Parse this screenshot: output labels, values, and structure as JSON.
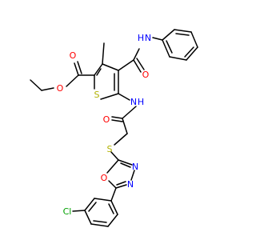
{
  "molecule": {
    "atom_labels": {
      "o_ester_carbonyl": "O",
      "o_ester_ether": "O",
      "s_thiophene": "S",
      "n_amide_top": "N",
      "h_amide_top": "H",
      "o_amide_top": "O",
      "n_amide_mid": "N",
      "h_amide_mid": "H",
      "o_acetamide": "O",
      "s_thioether": "S",
      "o_oxadiazole": "O",
      "n_oxadiazole_1": "N",
      "n_oxadiazole_2": "N",
      "cl": "Cl"
    },
    "colors": {
      "oxygen": "#ff0000",
      "nitrogen": "#0000ff",
      "sulfur": "#b2b200",
      "chlorine": "#00a000",
      "bond": "#000000"
    }
  }
}
